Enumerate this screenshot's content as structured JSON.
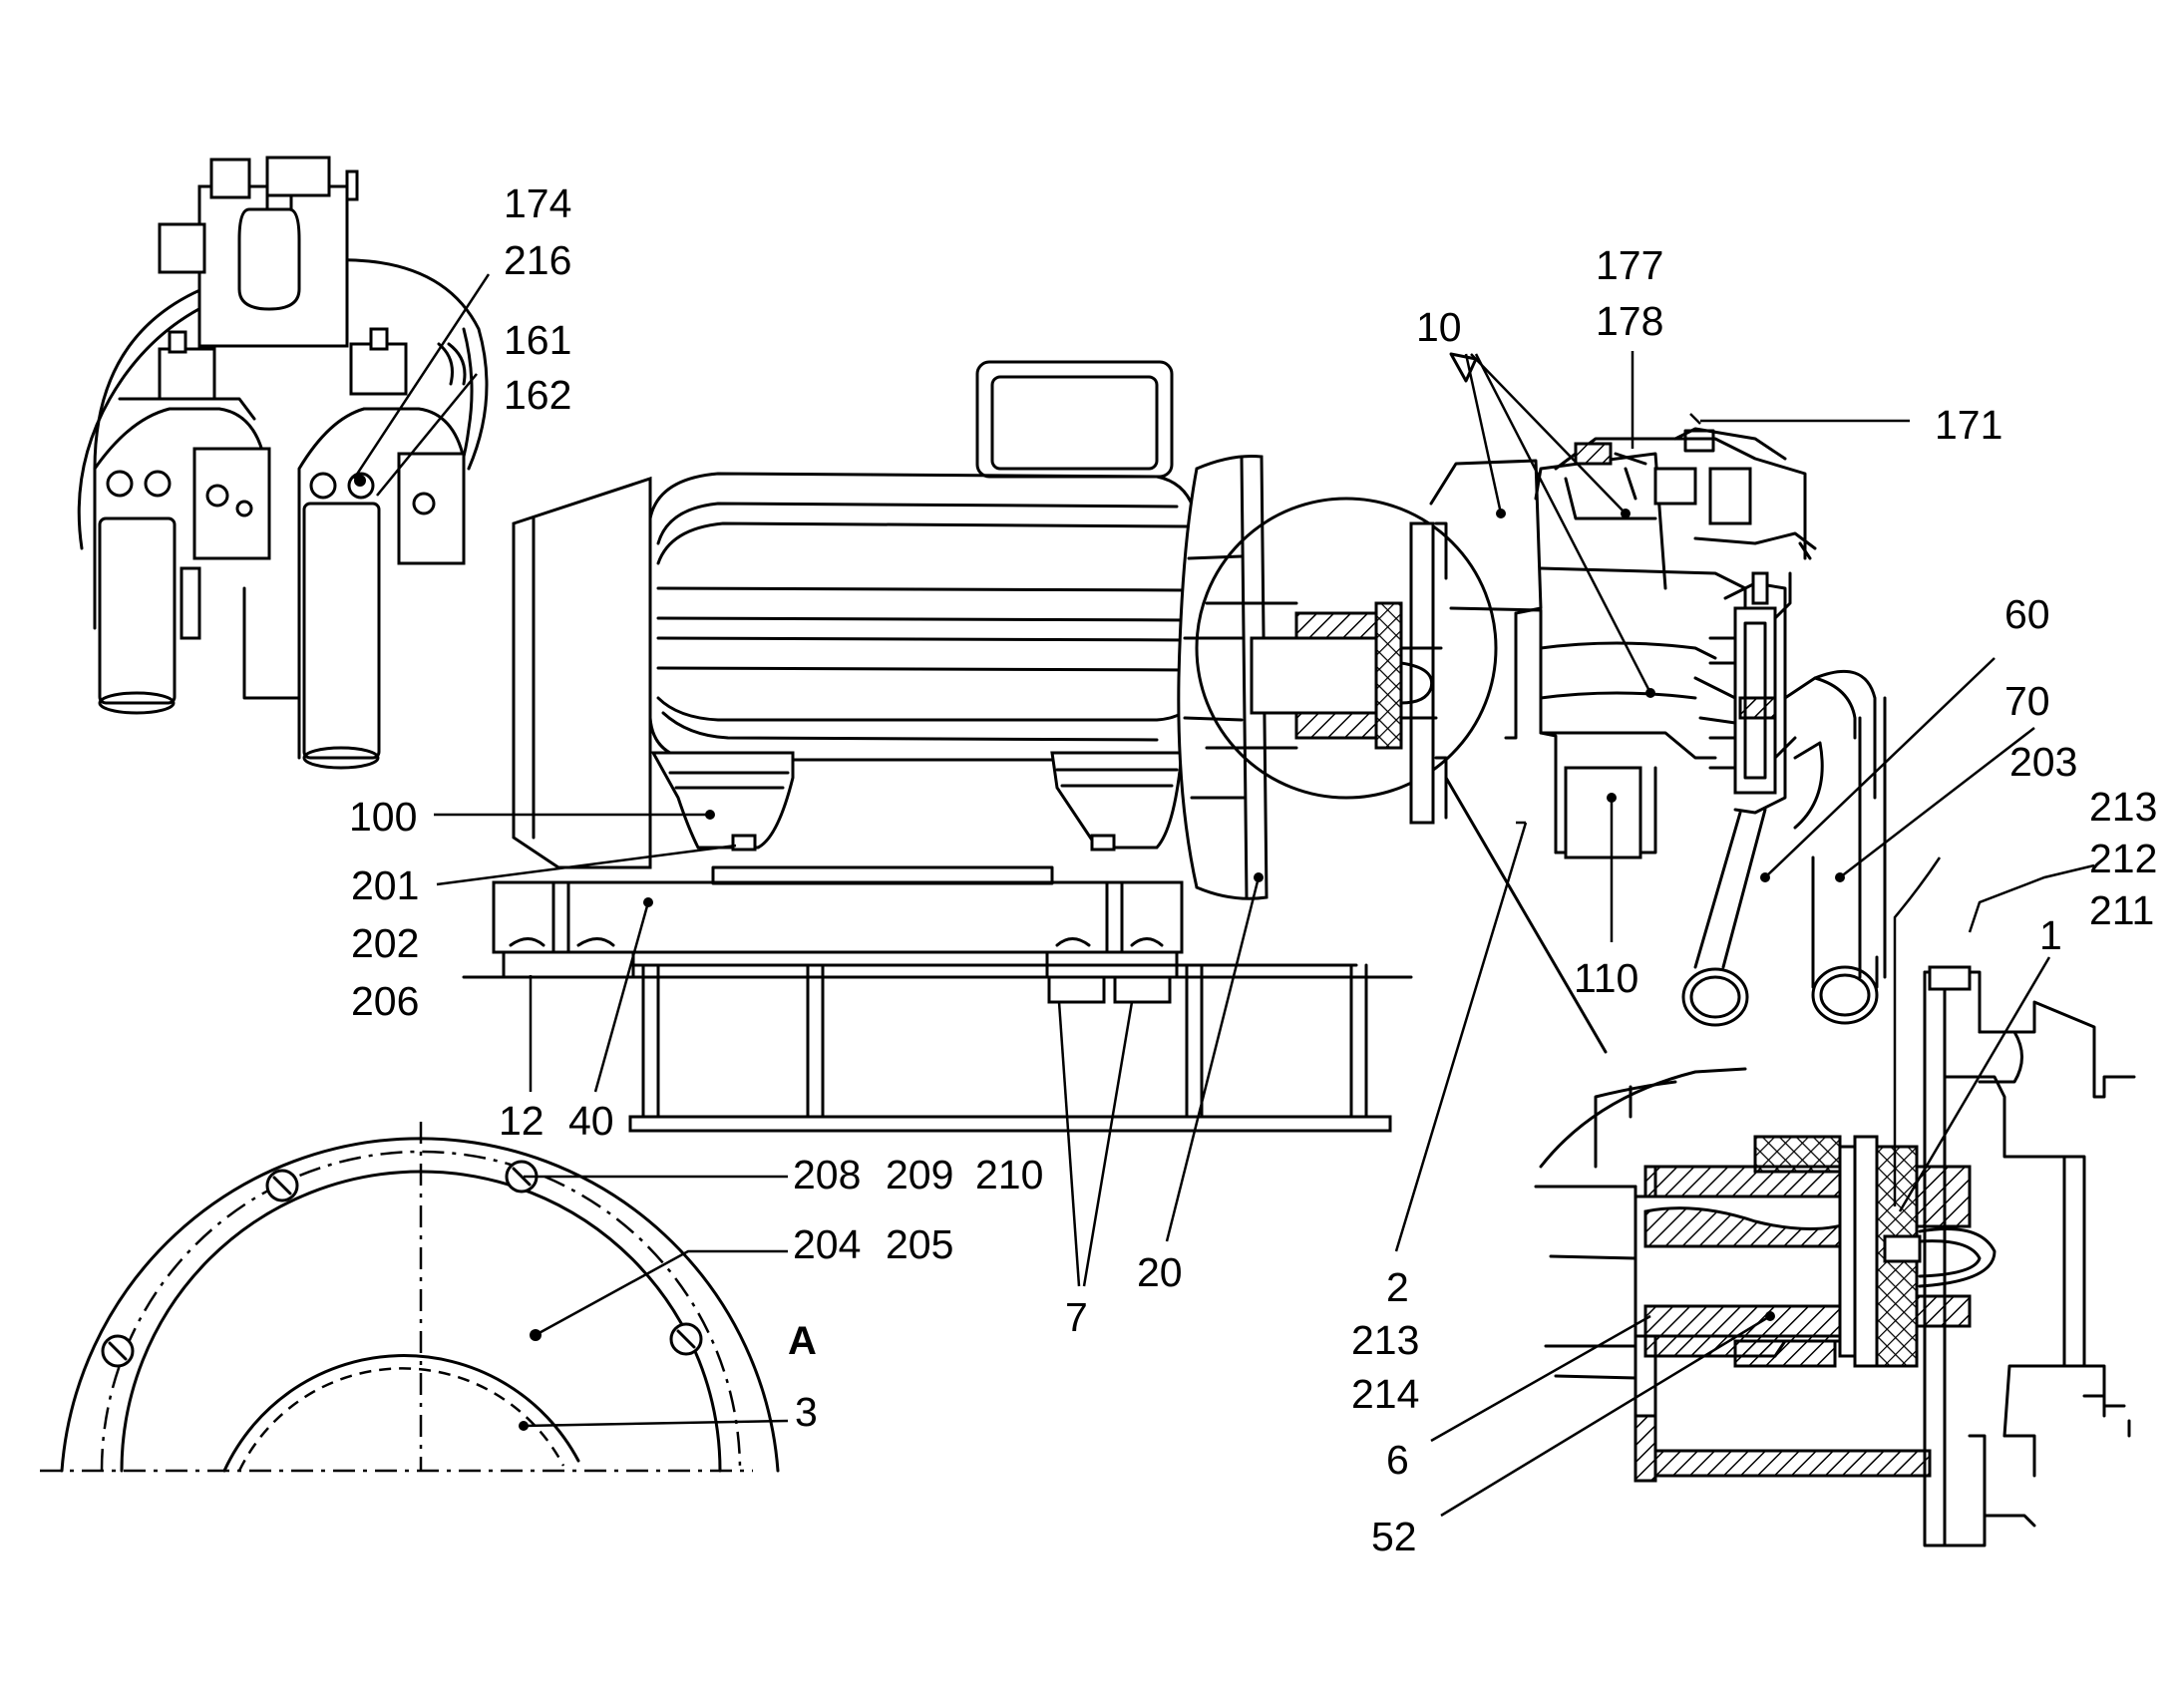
{
  "labels": {
    "l174": "174",
    "l216": "216",
    "l161": "161",
    "l162": "162",
    "l177": "177",
    "l178": "178",
    "l10": "10",
    "l171": "171",
    "l60": "60",
    "l70": "70",
    "l203": "203",
    "l213a": "213",
    "l212": "212",
    "l211": "211",
    "l1": "1",
    "l100": "100",
    "l201": "201",
    "l202": "202",
    "l206": "206",
    "l12": "12",
    "l40": "40",
    "l110": "110",
    "l208": "208",
    "l209": "209",
    "l210": "210",
    "l204": "204",
    "l205": "205",
    "lA": "A",
    "l3": "3",
    "l7": "7",
    "l20": "20",
    "l2": "2",
    "l213b": "213",
    "l214": "214",
    "l6": "6",
    "l52": "52"
  }
}
